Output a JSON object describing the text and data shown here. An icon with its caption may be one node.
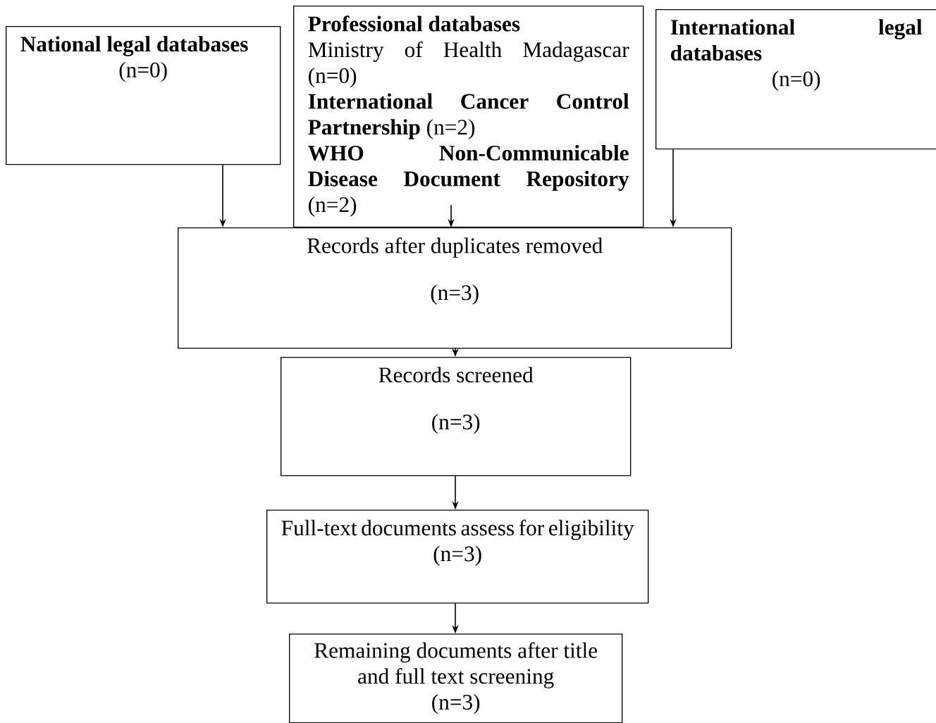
{
  "diagram": {
    "nodes": [
      {
        "text": [
          "National legal databases",
          "(n=0)"
        ]
      },
      {
        "text": [
          "Professional databases",
          "Ministry of Health Madagascar (n=0)",
          "**International Cancer Control Partnership** (n=2)",
          "**WHO Non-Communicable Disease Document Repository** (n=2)"
        ]
      },
      {
        "text": [
          "International legal databases",
          "(n=0)"
        ]
      },
      {
        "text": [
          "Records after duplicates removed",
          "(n=3)"
        ]
      },
      {
        "text": [
          "Records screened",
          "(n=3)"
        ]
      },
      {
        "text": [
          "Full-text documents assess for eligibility",
          "(n=3)"
        ]
      },
      {
        "text": [
          "Remaining documents after title and full text screening",
          "(n=3)"
        ]
      }
    ],
    "edges": [
      {
        "from": 0,
        "to": 3,
        "arrow": "to"
      },
      {
        "from": 1,
        "to": 3,
        "arrow": "to"
      },
      {
        "from": 2,
        "to": 3,
        "arrow": "to"
      },
      {
        "from": 3,
        "to": 4,
        "arrow": "to"
      },
      {
        "from": 4,
        "to": 5,
        "arrow": "to"
      },
      {
        "from": 5,
        "to": 6,
        "arrow": "to"
      }
    ]
  }
}
